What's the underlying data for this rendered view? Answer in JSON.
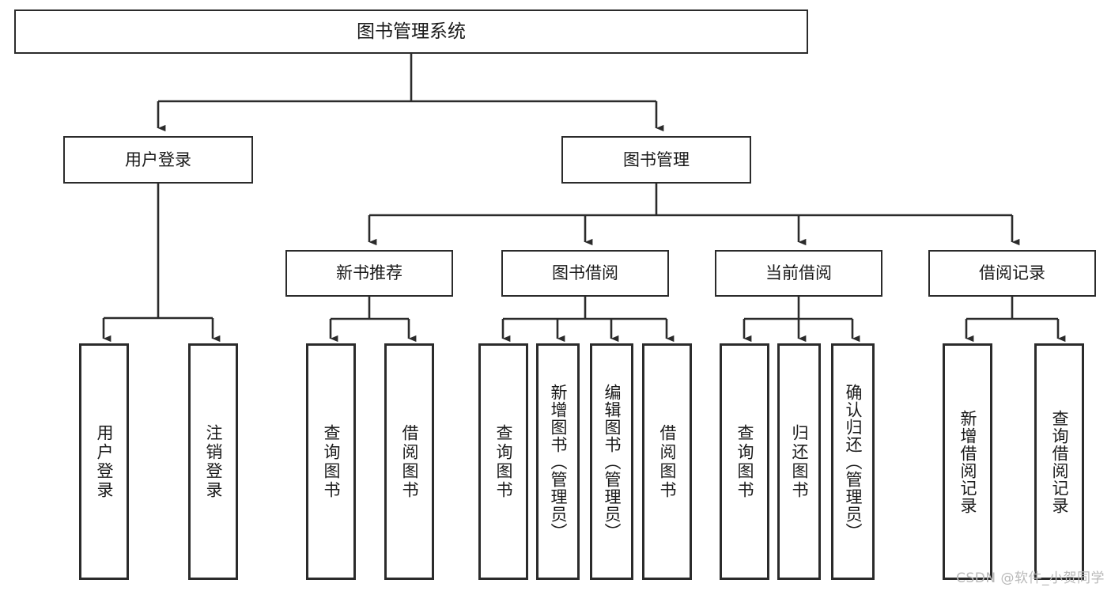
{
  "diagram": {
    "type": "tree-hierarchy-flowchart",
    "title": "图书管理系统",
    "edge_style": "orthogonal-arrow",
    "colors": {
      "box_border": "#2b2b2b",
      "box_fill": "#ffffff",
      "connector": "#2b2b2b",
      "text": "#1a1a1a",
      "watermark": "#b9b9b9",
      "background": "#ffffff"
    },
    "root": {
      "label": "图书管理系统"
    },
    "level2": [
      {
        "label": "用户登录"
      },
      {
        "label": "图书管理"
      }
    ],
    "level3": [
      {
        "label": "新书推荐"
      },
      {
        "label": "图书借阅"
      },
      {
        "label": "当前借阅"
      },
      {
        "label": "借阅记录"
      }
    ],
    "leaves": {
      "user_login": [
        {
          "label": "用户登录"
        },
        {
          "label": "注销登录"
        }
      ],
      "new_book_recommend": [
        {
          "label": "查询图书"
        },
        {
          "label": "借阅图书"
        }
      ],
      "book_borrow": [
        {
          "label": "查询图书"
        },
        {
          "label": "新增图书（管理员）"
        },
        {
          "label": "编辑图书（管理员）"
        },
        {
          "label": "借阅图书"
        }
      ],
      "current_borrow": [
        {
          "label": "查询图书"
        },
        {
          "label": "归还图书"
        },
        {
          "label": "确认归还（管理员）"
        }
      ],
      "borrow_record": [
        {
          "label": "新增借阅记录"
        },
        {
          "label": "查询借阅记录"
        }
      ]
    },
    "watermark": "CSDN @软件_小贺同学"
  }
}
